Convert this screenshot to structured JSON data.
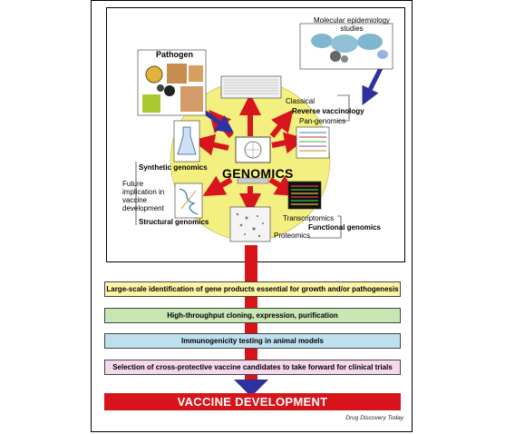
{
  "labels": {
    "molecular_epidemiology": "Molecular epidemiology studies",
    "pathogen": "Pathogen",
    "classical": "Classical",
    "reverse_vaccinology": "Reverse vaccinology",
    "pan_genomics": "Pan-genomics",
    "synthetic_genomics": "Synthetic genomics",
    "genomics": "GENOMICS",
    "future_implication": "Future implication in vaccine development",
    "structural_genomics": "Structural genomics",
    "transcriptomics": "Transcriptomics",
    "functional_genomics": "Functional genomics",
    "proteomics": "Proteomics"
  },
  "steps": [
    {
      "text": "Large-scale identification of gene products essential for growth and/or pathogenesis",
      "color": "#fbf5a6"
    },
    {
      "text": "High-throughput cloning, expression, purification",
      "color": "#c9e6b5"
    },
    {
      "text": "Immunogenicity testing in animal models",
      "color": "#bfe1ee"
    },
    {
      "text": "Selection of cross-protective vaccine candidates to take forward for clinical trials",
      "color": "#f5d8ec"
    }
  ],
  "final": "VACCINE DEVELOPMENT",
  "credit": "Drug Discovery Today",
  "colors": {
    "circle": "#f3ef80",
    "red_arrow": "#d8141c",
    "blue_arrow": "#2d32a0",
    "final_bar": "#d7141a"
  }
}
